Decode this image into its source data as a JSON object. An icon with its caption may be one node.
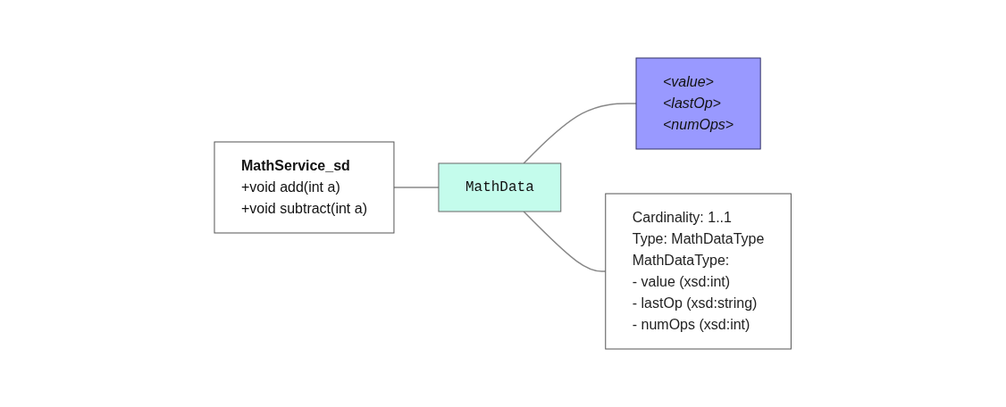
{
  "diagram": {
    "nodes": [
      {
        "text": [
          "MathService_sd",
          "+void add(int a)",
          "+void subtract(int a)"
        ]
      },
      {
        "text": [
          "MathData"
        ]
      },
      {
        "text": [
          "<value>",
          "<lastOp>",
          "<numOps>"
        ]
      },
      {
        "text": [
          "Cardinality: 1..1",
          "Type: MathDataType",
          "MathDataType:",
          "- value  (xsd:int)",
          "- lastOp (xsd:string)",
          "- numOps (xsd:int)"
        ]
      }
    ],
    "edges": [
      {
        "from": 0,
        "to": 1,
        "arrow": "none"
      },
      {
        "from": 1,
        "to": 2,
        "arrow": "none"
      },
      {
        "from": 1,
        "to": 3,
        "arrow": "none"
      }
    ]
  }
}
